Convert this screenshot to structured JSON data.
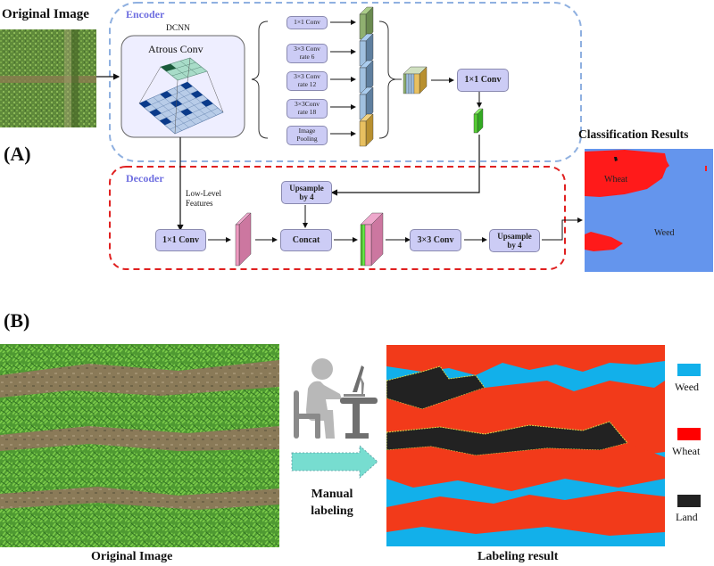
{
  "panel_a": {
    "label": "(A)",
    "original_image_title": "Original Image",
    "encoder": {
      "label": "Encoder",
      "dcnn_label": "DCNN",
      "atrous_label": "Atrous Conv",
      "branches": [
        {
          "line1": "1×1 Conv",
          "line2": ""
        },
        {
          "line1": "3×3 Conv",
          "line2": "rate 6"
        },
        {
          "line1": "3×3 Conv",
          "line2": "rate 12"
        },
        {
          "line1": "3×3Conv",
          "line2": "rate 18"
        },
        {
          "line1": "Image",
          "line2": "Pooling"
        }
      ],
      "conv_1x1": "1×1 Conv"
    },
    "decoder": {
      "label": "Decoder",
      "low_level_line1": "Low-Level",
      "low_level_line2": "Features",
      "conv_1x1": "1×1 Conv",
      "upsample_top_line1": "Upsample",
      "upsample_top_line2": "by 4",
      "concat": "Concat",
      "conv_3x3": "3×3 Conv",
      "upsample_out_line1": "Upsample",
      "upsample_out_line2": "by 4"
    },
    "result_title": "Classification Results",
    "result_labels": {
      "wheat": "Wheat",
      "weed": "Weed"
    }
  },
  "panel_b": {
    "label": "(B)",
    "original_caption": "Original Image",
    "manual_line1": "Manual",
    "manual_line2": "labeling",
    "result_caption": "Labeling result",
    "legend": [
      {
        "label": "Weed",
        "color": "#12b0ea"
      },
      {
        "label": "Wheat",
        "color": "#ff0000"
      },
      {
        "label": "Land",
        "color": "#222222"
      }
    ]
  },
  "colors": {
    "encoder_border": "#8fb0e0",
    "decoder_border": "#e02020",
    "box_fill": "#ccccf5",
    "label_blue": "#6f6fe0",
    "feat_green": "#8fb070",
    "feat_blue": "#7f9fc0",
    "feat_yellow": "#d4b050",
    "feat_bright_green": "#55cc33",
    "feat_pink": "#cc77a0",
    "result_blue": "#6495ed",
    "result_red": "#ff1a1a"
  }
}
